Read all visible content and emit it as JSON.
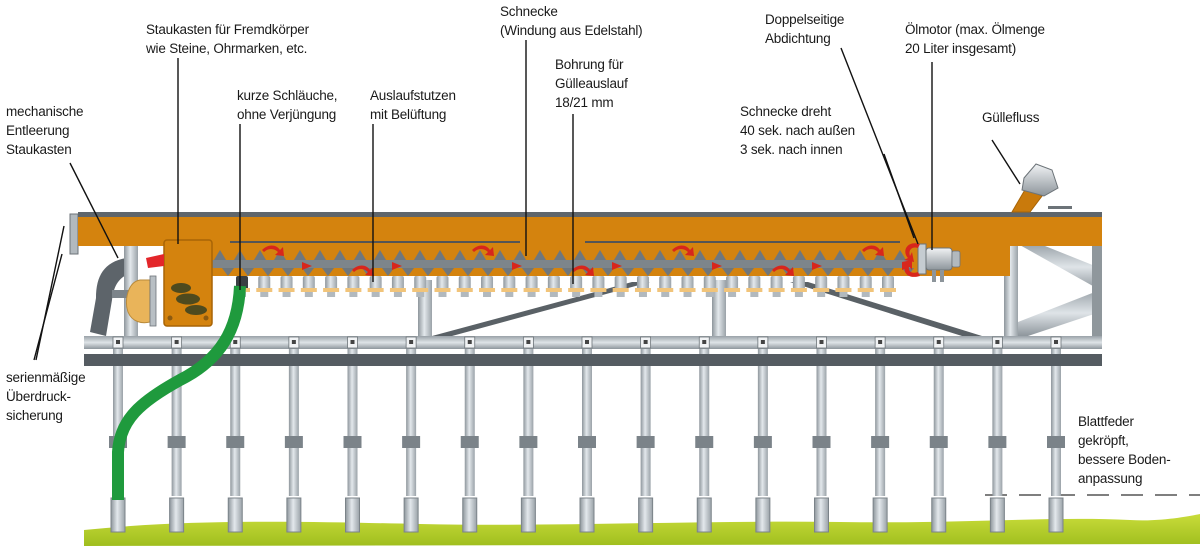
{
  "diagram": {
    "title": "Schleppschuh-Verteiler mit Schnecke",
    "colors": {
      "housing": "#d4830e",
      "housing_dark": "#b86e08",
      "steel": "#a9b0b6",
      "steel_dark": "#5f666c",
      "hose": "#1f9a3d",
      "ground": "#b6cf2a",
      "arrow": "#d8261c",
      "leader": "#111111",
      "outlet_ring": "#f1c47a"
    },
    "labels": [
      {
        "id": "mechanische-entleerung",
        "text": "mechanische\nEntleerung\nStaukasten"
      },
      {
        "id": "staukasten",
        "text": "Staukasten für Fremdkörper\nwie Steine, Ohrmarken, etc."
      },
      {
        "id": "kurze-schlaeuche",
        "text": "kurze Schläuche,\nohne Verjüngung"
      },
      {
        "id": "auslaufstutzen",
        "text": "Auslaufstutzen\nmit Belüftung"
      },
      {
        "id": "schnecke",
        "text": "Schnecke\n(Windung aus Edelstahl)"
      },
      {
        "id": "bohrung",
        "text": "Bohrung für\nGülleauslauf\n18/21 mm"
      },
      {
        "id": "schnecke-dreht",
        "text": "Schnecke dreht\n40 sek. nach außen\n3 sek. nach innen"
      },
      {
        "id": "abdichtung",
        "text": "Doppelseitige\nAbdichtung"
      },
      {
        "id": "oelmotor",
        "text": "Ölmotor (max. Ölmenge\n20 Liter insgesamt)"
      },
      {
        "id": "guellefluss",
        "text": "Güllefluss"
      },
      {
        "id": "ueberdruck",
        "text": "serienmäßige\nÜberdruck-\nsicherung"
      },
      {
        "id": "blattfeder",
        "text": "Blattfeder\ngekröpft,\nbessere Boden-\nanpassung"
      }
    ],
    "counts": {
      "outlets": 30,
      "shoes": 17
    }
  }
}
